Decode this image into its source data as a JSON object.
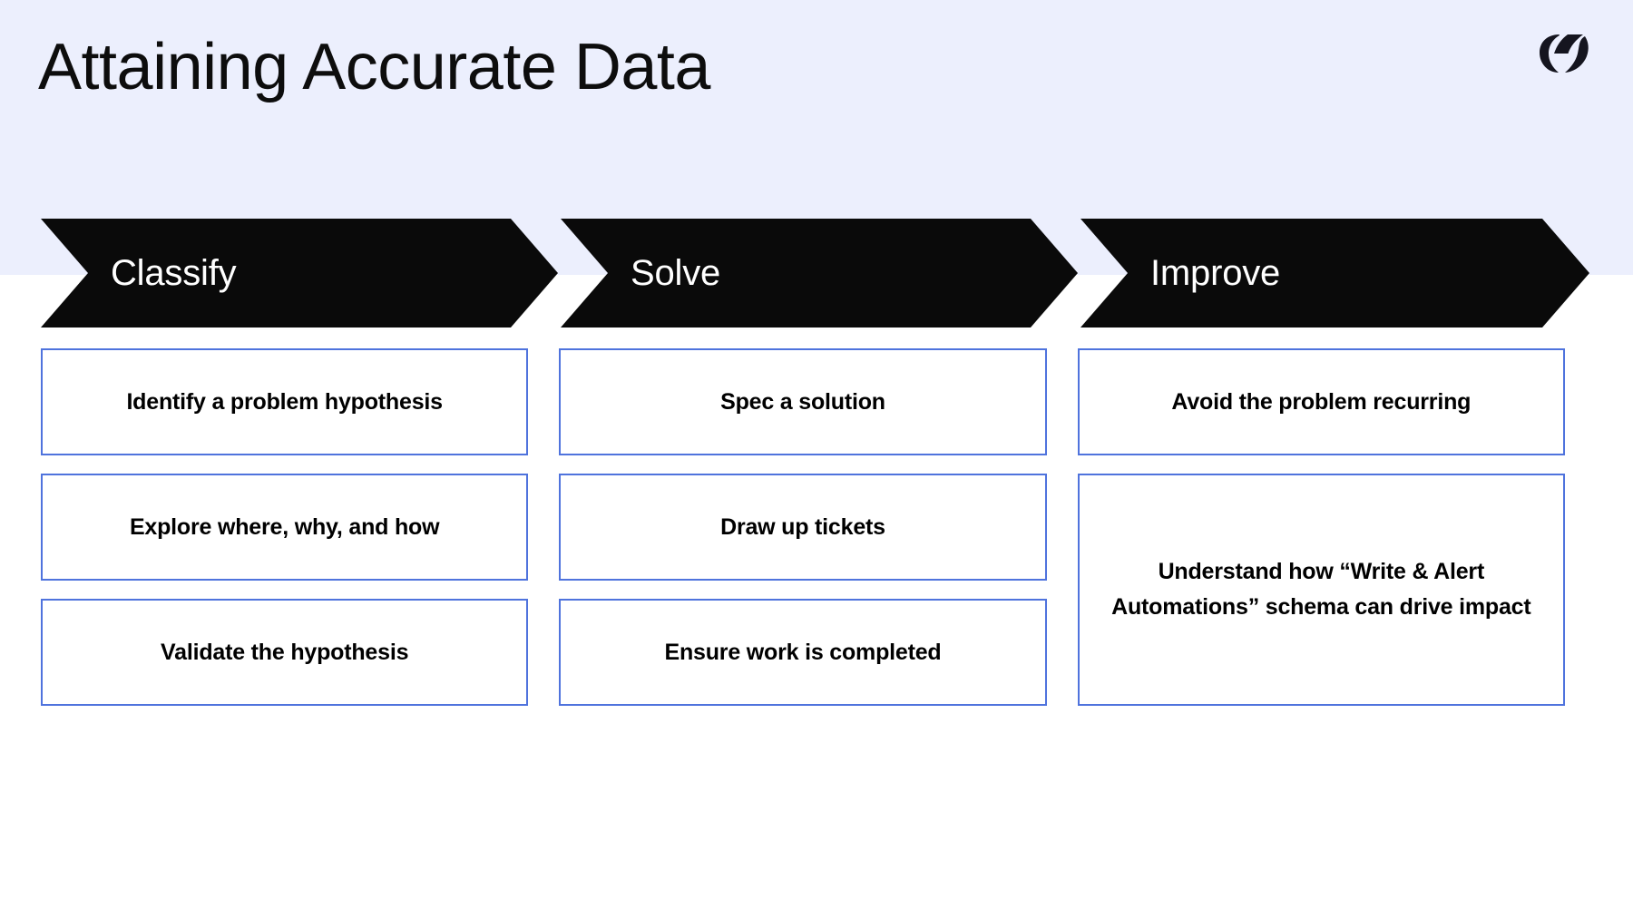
{
  "slide": {
    "title": "Attaining Accurate Data",
    "logo_icon": "double-crescent-logo-icon",
    "background_band_color": "#eceffd",
    "accent_color": "#4f73dd",
    "stage_color": "#0a0a0a"
  },
  "stages": [
    {
      "label": "Classify"
    },
    {
      "label": "Solve"
    },
    {
      "label": "Improve"
    }
  ],
  "columns": [
    {
      "stage": "Classify",
      "cards": [
        "Identify a problem hypothesis",
        "Explore where, why, and how",
        "Validate the hypothesis"
      ]
    },
    {
      "stage": "Solve",
      "cards": [
        "Spec a solution",
        "Draw up tickets",
        "Ensure work is completed"
      ]
    },
    {
      "stage": "Improve",
      "cards": [
        "Avoid the problem recurring",
        "Understand how “Write & Alert Automations” schema can drive impact"
      ]
    }
  ]
}
